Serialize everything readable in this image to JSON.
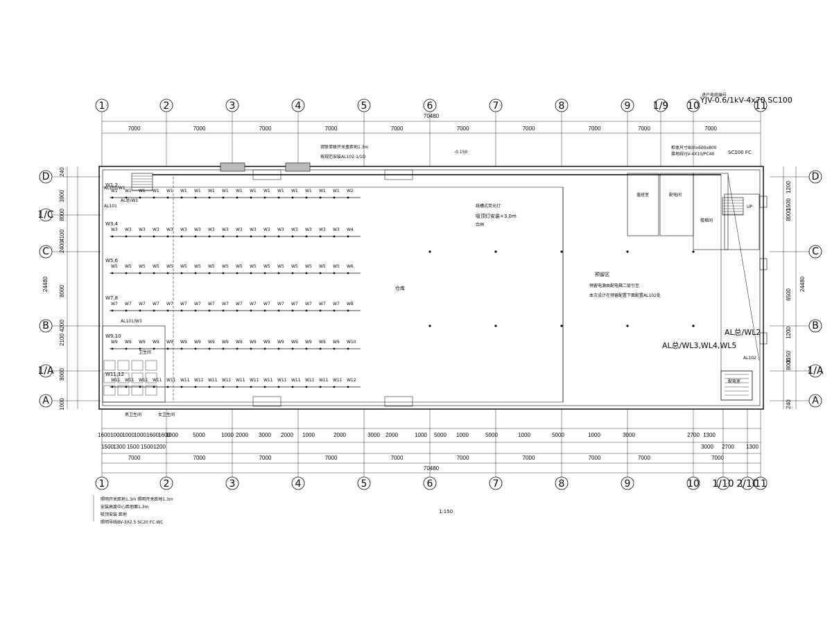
{
  "drawing": {
    "cable_spec": "YJV-0.6/1kV-4x70 SC100",
    "cable_spec_note": "进户电缆编号",
    "conduit_note": "SC100 FC",
    "panel_size_note": "柜体尺寸800x600x800",
    "panel_cable_note": "接地线YJV-4X10/PC40",
    "axis_h": [
      "1",
      "2",
      "3",
      "4",
      "5",
      "6",
      "7",
      "8",
      "9",
      "1/9",
      "10",
      "11"
    ],
    "axis_h_bottom": [
      "1",
      "2",
      "3",
      "4",
      "5",
      "6",
      "7",
      "8",
      "9",
      "10",
      "1/10",
      "2/10",
      "11"
    ],
    "axis_v_left": [
      "D",
      "1/C",
      "C",
      "B",
      "1/A",
      "A"
    ],
    "axis_v_right": [
      "D",
      "C",
      "B",
      "1/A",
      "A"
    ],
    "spacing": "7000",
    "total_length": "70480",
    "total_width": "24480",
    "left_dims": [
      "3900",
      "8000",
      "4100",
      "2400",
      "8000",
      "4200",
      "2100",
      "8000",
      "1000",
      "240"
    ],
    "right_dims": [
      "1200",
      "1500",
      "8000",
      "6500",
      "1200",
      "3150",
      "8000",
      "240"
    ],
    "bottom_row1": [
      "1600",
      "1000",
      "1000",
      "1000",
      "1600",
      "1600",
      "1000",
      "5000",
      "1000",
      "2000",
      "3000",
      "2000",
      "1000",
      "2000",
      "3000",
      "2000",
      "1000",
      "5000",
      "1000",
      "5000",
      "1000",
      "5000",
      "1000",
      "3000",
      "2700",
      "1300"
    ],
    "bottom_row2": [
      "1500",
      "1300",
      "1500",
      "1500",
      "1200"
    ],
    "bottom_row2_right": [
      "3000",
      "2700",
      "1300"
    ],
    "circuits": [
      "W1",
      "W2",
      "W3",
      "W4",
      "W5",
      "W6",
      "W7",
      "W8",
      "W9",
      "W10",
      "W11",
      "W12"
    ],
    "circuit_tags": [
      "W1,2",
      "W3,4",
      "W5,6",
      "W7,8",
      "W9,10",
      "W11,12"
    ],
    "panels": [
      "AL101/W1",
      "AL101",
      "AL101/W3",
      "AL102",
      "AL总/W1",
      "AL总/WL2"
    ],
    "panel_note_main": "AL总/WL3,WL4,WL5",
    "elev_note": "-0.150",
    "left_note1": "双联单联开关盒距地1.3m",
    "left_note2": "按规范安装AL102-1/1D",
    "mid_note1": "线槽式荧光灯",
    "mid_note2": "吸顶灯安装+3.0m",
    "mid_note3": "合闸",
    "room_label": "仓库",
    "reserve_title": "预留区",
    "reserve_note1": "预留电源由配电箱二层引至",
    "reserve_note2": "本次设计在预留配置下面配置AL102处",
    "room_labels": [
      "值班室",
      "配电间",
      "楼梯间",
      "卫生间",
      "男卫生间",
      "女卫生间",
      "配电室"
    ],
    "stair_note": "UP",
    "legend": [
      "照明开关距地1.3m 照明开关距地1.3m",
      "安装高度中心距地面1.3m",
      "吸顶安装 距地",
      "照明导线BV-3X2.5 SC20 FC.WC"
    ],
    "scale": "1:150"
  }
}
